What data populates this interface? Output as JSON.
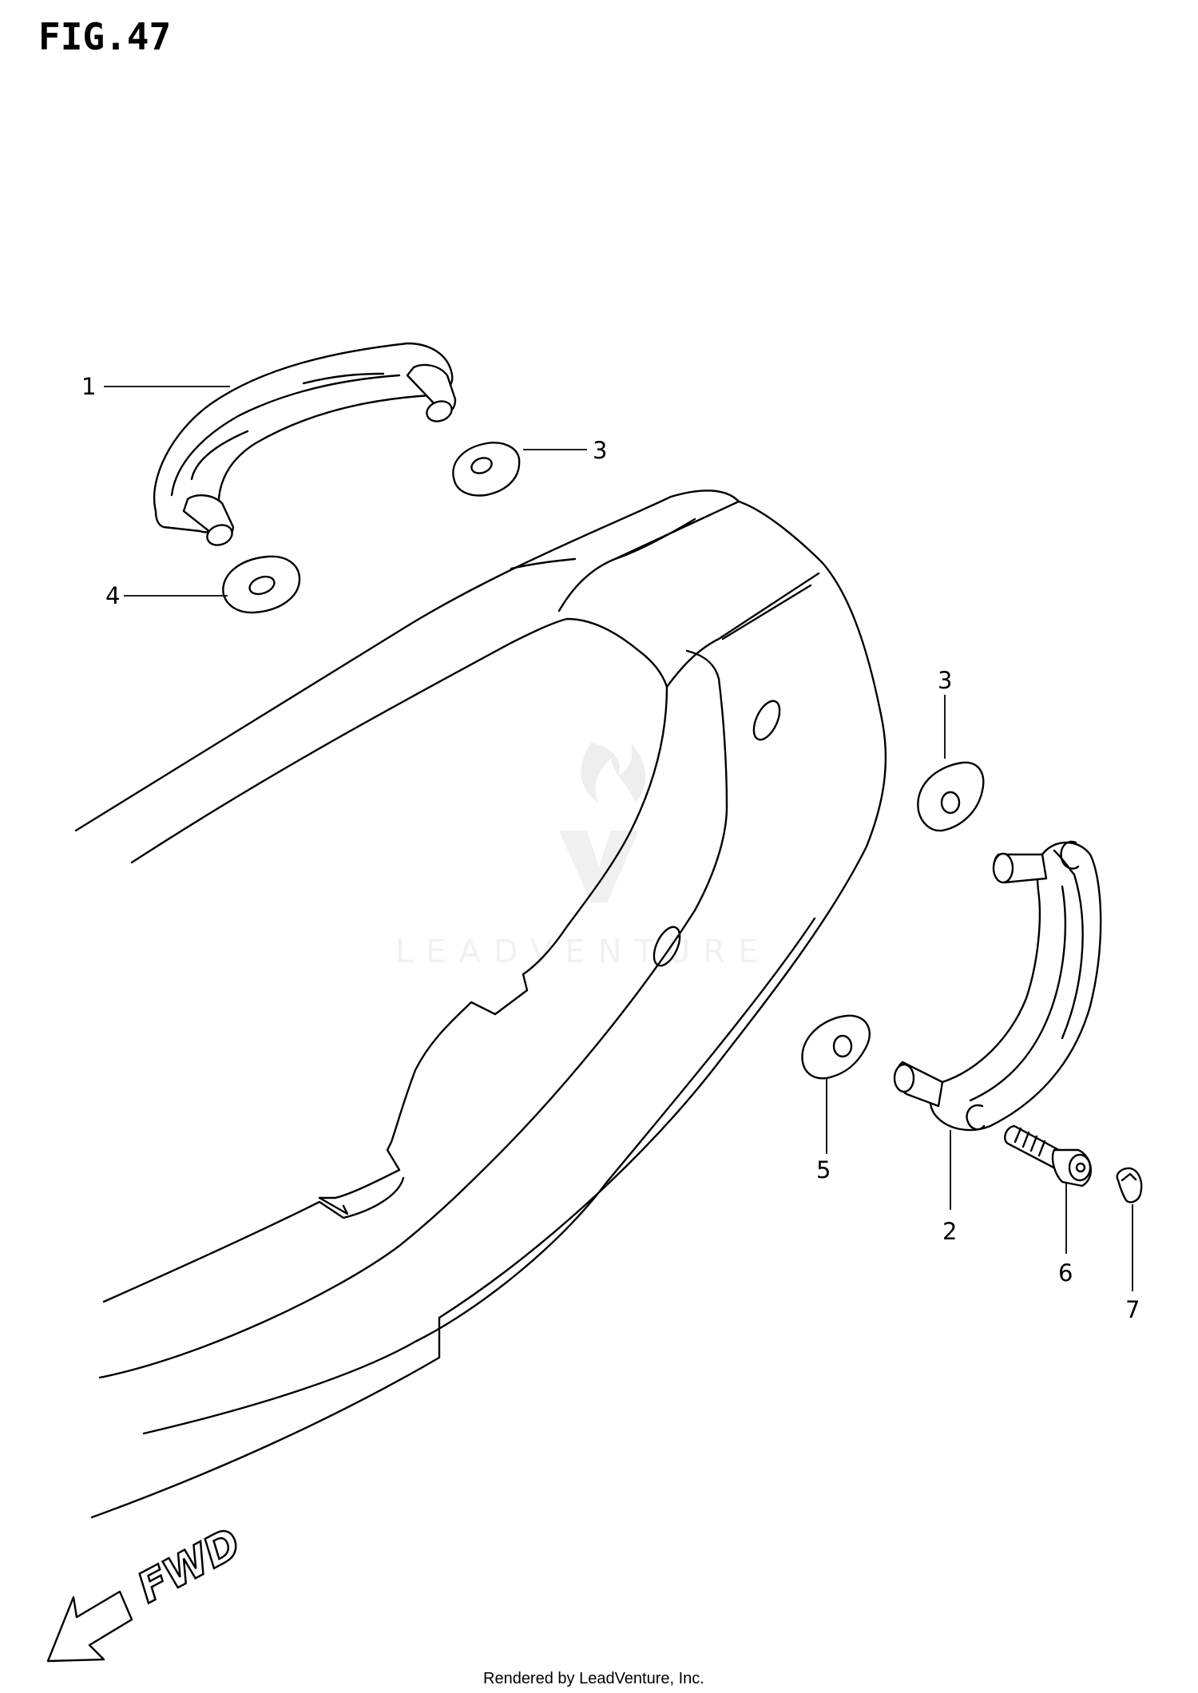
{
  "figure": {
    "title": "FIG.47",
    "direction_label": "FWD",
    "footer": "Rendered by LeadVenture, Inc.",
    "watermark": "LEADVENTURE"
  },
  "parts": [
    {
      "ref": "1"
    },
    {
      "ref": "2"
    },
    {
      "ref": "3"
    },
    {
      "ref": "3"
    },
    {
      "ref": "4"
    },
    {
      "ref": "5"
    },
    {
      "ref": "6"
    },
    {
      "ref": "7"
    }
  ]
}
